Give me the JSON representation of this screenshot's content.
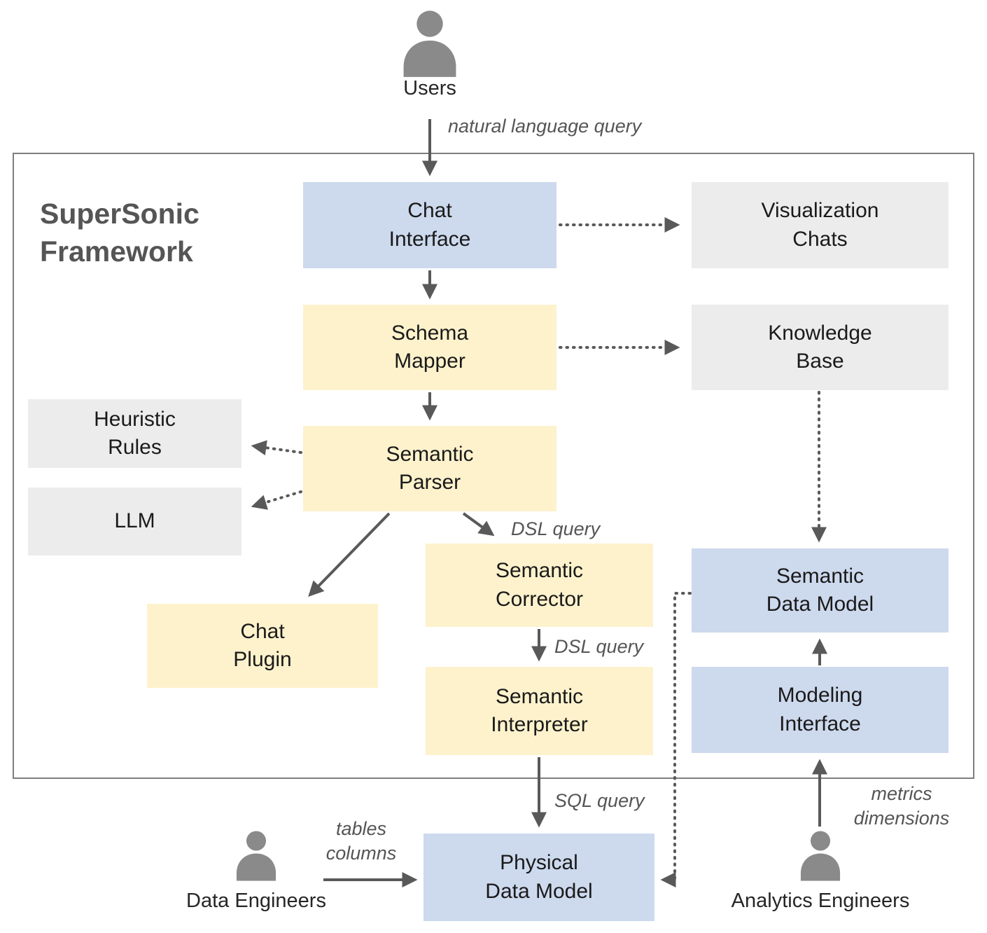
{
  "diagram": {
    "title": "SuperSonic\nFramework",
    "actors": {
      "users": {
        "label": "Users"
      },
      "data_engineers": {
        "label": "Data Engineers"
      },
      "analytics_engineers": {
        "label": "Analytics Engineers"
      }
    },
    "nodes": {
      "chat_interface": {
        "label": "Chat\nInterface",
        "type": "blue"
      },
      "visualization_chats": {
        "label": "Visualization\nChats",
        "type": "gray"
      },
      "schema_mapper": {
        "label": "Schema\nMapper",
        "type": "yellow"
      },
      "knowledge_base": {
        "label": "Knowledge\nBase",
        "type": "gray"
      },
      "heuristic_rules": {
        "label": "Heuristic\nRules",
        "type": "gray"
      },
      "llm": {
        "label": "LLM",
        "type": "gray"
      },
      "semantic_parser": {
        "label": "Semantic\nParser",
        "type": "yellow"
      },
      "semantic_corrector": {
        "label": "Semantic\nCorrector",
        "type": "yellow"
      },
      "chat_plugin": {
        "label": "Chat\nPlugin",
        "type": "yellow"
      },
      "semantic_interpreter": {
        "label": "Semantic\nInterpreter",
        "type": "yellow"
      },
      "semantic_data_model": {
        "label": "Semantic\nData Model",
        "type": "blue"
      },
      "modeling_interface": {
        "label": "Modeling\nInterface",
        "type": "blue"
      },
      "physical_data_model": {
        "label": "Physical\nData Model",
        "type": "blue"
      }
    },
    "edge_labels": {
      "natural_language_query": "natural language query",
      "dsl_query_parser_to_corrector": "DSL query",
      "dsl_query_corrector_to_interpreter": "DSL query",
      "sql_query": "SQL query",
      "tables_columns": "tables\ncolumns",
      "metrics_dimensions": "metrics\ndimensions"
    },
    "colors": {
      "blue_box": "#cdd9ed",
      "yellow_box": "#fdf2cc",
      "gray_box": "#ececec",
      "arrow": "#595959",
      "title_text": "#555555",
      "label_text": "#1a1a1a",
      "person_icon": "#8a8a8a",
      "border": "#7f7f7f"
    }
  }
}
